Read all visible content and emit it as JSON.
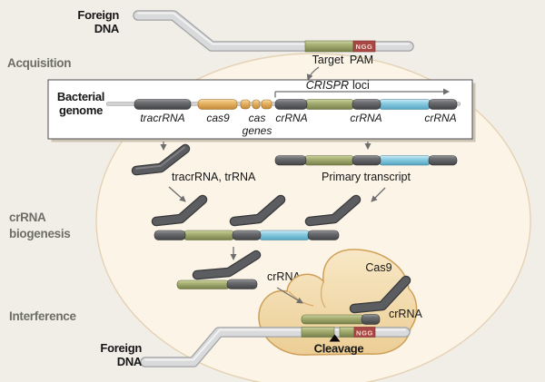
{
  "figure": {
    "stages": {
      "acquisition": "Acquisition",
      "biogenesis_line1": "crRNA",
      "biogenesis_line2": "biogenesis",
      "interference": "Interference"
    },
    "top": {
      "foreign_line1": "Foreign",
      "foreign_line2": "DNA",
      "target": "Target",
      "pam": "PAM",
      "pam_seq": "NGG"
    },
    "genome_box": {
      "label_line1": "Bacterial",
      "label_line2": "genome",
      "gene_tracrrna": "tracrRNA",
      "gene_cas9": "cas9",
      "gene_cas_line1": "cas",
      "gene_cas_line2": "genes",
      "crrna_1": "crRNA",
      "crrna_2": "crRNA",
      "crrna_3": "crRNA",
      "crispr_italic": "CRISPR",
      "crispr_rest": "loci"
    },
    "biogenesis": {
      "tracrrna_trrna": "tracrRNA, trRNA",
      "primary_transcript": "Primary transcript",
      "crrna": "crRNA"
    },
    "interference": {
      "cas9": "Cas9",
      "crrna": "crRNA",
      "cleavage": "Cleavage",
      "pam_seq": "NGG",
      "foreign_line1": "Foreign",
      "foreign_line2": "DNA"
    }
  },
  "colors": {
    "background": "#f1eee8",
    "cell_fill": "#fbf4e7",
    "cell_stroke": "#e5d2b4",
    "dna_tube": "#d9dadb",
    "rod_gray": "#58595b",
    "rod_green": "#a9b175",
    "rod_blue": "#8fd0e4",
    "rod_orange": "#e9b768",
    "pam_box": "#a84743",
    "cas9_blob": "#f3d9a6",
    "arrow": "#6e6e6e",
    "stage_label": "#6d6e65"
  }
}
